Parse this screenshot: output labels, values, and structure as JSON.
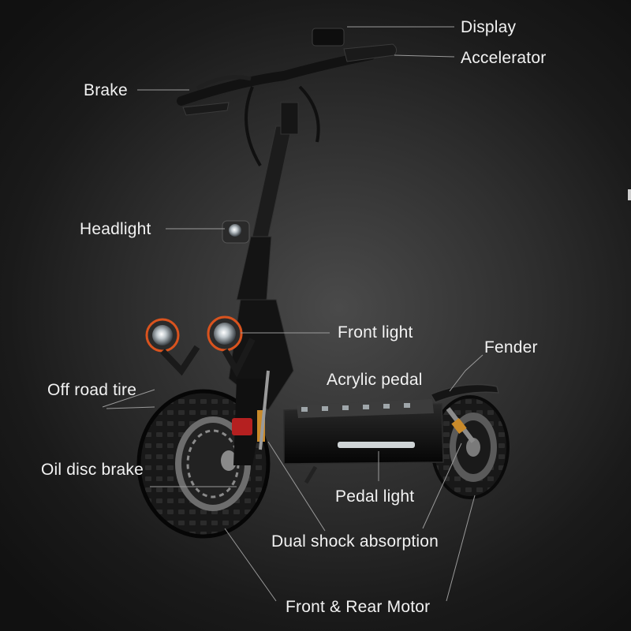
{
  "labels": {
    "display": "Display",
    "accelerator": "Accelerator",
    "brake": "Brake",
    "headlight": "Headlight",
    "front_light": "Front light",
    "fender": "Fender",
    "acrylic_pedal": "Acrylic pedal",
    "off_road_tire": "Off road tire",
    "oil_disc_brake": "Oil disc brake",
    "pedal_light": "Pedal light",
    "dual_shock_absorption": "Dual shock absorption",
    "front_rear_motor": "Front & Rear Motor"
  },
  "colors": {
    "background": "#2e2e2e",
    "label_text": "#f2f2f2",
    "leader_line": "#9a9a9a",
    "light_ring": "#d9531e",
    "shock_red": "#b52020"
  }
}
